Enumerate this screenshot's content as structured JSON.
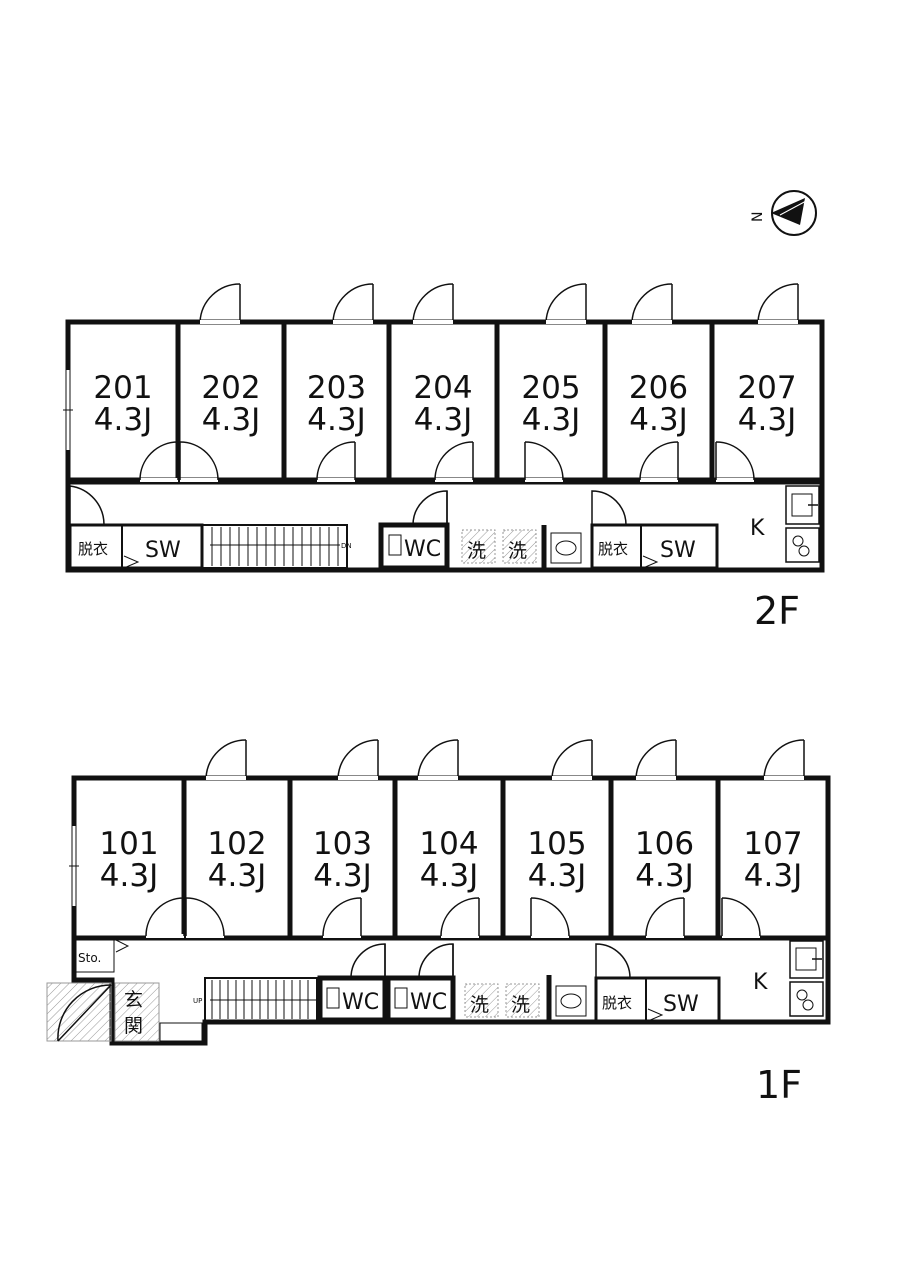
{
  "compass": {
    "label": "N"
  },
  "floors": [
    {
      "id": "2F",
      "label": "2F",
      "rooms": [
        {
          "number": "201",
          "size": "4.3J"
        },
        {
          "number": "202",
          "size": "4.3J"
        },
        {
          "number": "203",
          "size": "4.3J"
        },
        {
          "number": "204",
          "size": "4.3J"
        },
        {
          "number": "205",
          "size": "4.3J"
        },
        {
          "number": "206",
          "size": "4.3J"
        },
        {
          "number": "207",
          "size": "4.3J"
        }
      ],
      "amenities": {
        "dressing1": "脱衣",
        "shower1": "SW",
        "stairs": "DN",
        "wc1": "WC",
        "laundry1": "洗",
        "laundry2": "洗",
        "dressing2": "脱衣",
        "shower2": "SW",
        "kitchen": "K"
      }
    },
    {
      "id": "1F",
      "label": "1F",
      "rooms": [
        {
          "number": "101",
          "size": "4.3J"
        },
        {
          "number": "102",
          "size": "4.3J"
        },
        {
          "number": "103",
          "size": "4.3J"
        },
        {
          "number": "104",
          "size": "4.3J"
        },
        {
          "number": "105",
          "size": "4.3J"
        },
        {
          "number": "106",
          "size": "4.3J"
        },
        {
          "number": "107",
          "size": "4.3J"
        }
      ],
      "amenities": {
        "storage": "Sto.",
        "entrance": "玄関",
        "stairs": "UP",
        "wc1": "WC",
        "wc2": "WC",
        "laundry1": "洗",
        "laundry2": "洗",
        "dressing": "脱衣",
        "shower": "SW",
        "kitchen": "K"
      }
    }
  ]
}
